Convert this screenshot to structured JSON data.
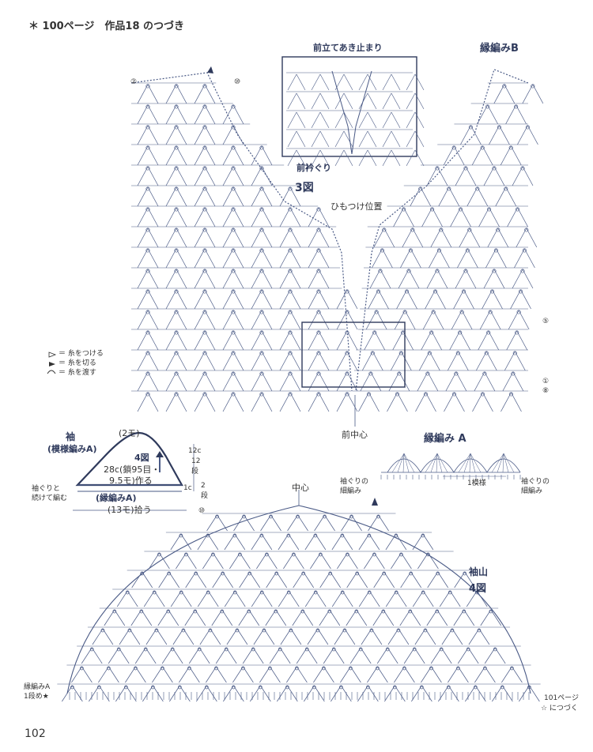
{
  "header": {
    "title": "＊ 100ページ　作品18 のつづき"
  },
  "page_number": "102",
  "front": {
    "placket_end": "前立てあき止まり",
    "edging_b": "縁編みB",
    "neckline": "前衿ぐり",
    "figure": "3図",
    "tie_position": "ひもつけ位置",
    "center_front": "前中心"
  },
  "legend": {
    "attach": "＝ 糸をつける",
    "cut": "＝ 糸を切る",
    "pass": "＝ 糸を渡す"
  },
  "sleeve_schematic": {
    "title": "袖",
    "pattern": "(模様編みA)",
    "top_width": "(2モ)",
    "figure": "4図",
    "stitch_count_a": "28c(鎖95目・",
    "stitch_count_b": "9.5モ)作る",
    "height_a": "12c",
    "height_b": "12",
    "height_c": "段",
    "edge_height_a": "1c",
    "edge_height_b": "2",
    "edge_height_c": "段",
    "edge_pattern": "(縁編みA)",
    "bottom_width": "(13モ)拾う",
    "side_note_a": "袖ぐりと",
    "side_note_b": "続けて編む"
  },
  "edging_a": {
    "title": "縁編み A",
    "left_label_a": "袖ぐりの",
    "left_label_b": "細編み",
    "repeat": "1模様",
    "right_label_a": "袖ぐりの",
    "right_label_b": "細編み"
  },
  "sleeve_cap": {
    "center": "中心",
    "title": "袖山",
    "figure": "4図",
    "edge_note_a": "縁編みA",
    "edge_note_b": "1段め★",
    "continue_a": "101ページ",
    "continue_b": "☆ につづく"
  },
  "row_markers": [
    "②",
    "⑩",
    "⑤",
    "①",
    "⑧",
    "⑩"
  ]
}
